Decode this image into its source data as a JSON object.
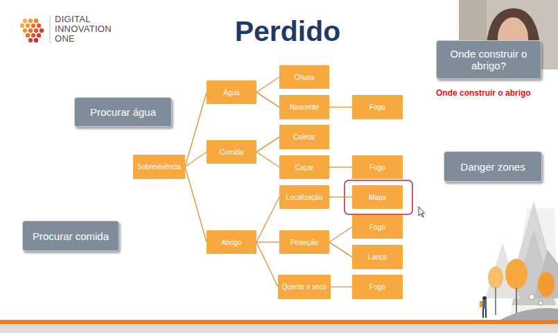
{
  "diagram": {
    "title": "Perdido",
    "nodes": [
      {
        "text": [
          "Onde construir o abrigo?"
        ]
      },
      {
        "text": [
          "Procurar água"
        ]
      },
      {
        "text": [
          "Danger zones"
        ]
      },
      {
        "text": [
          "Procurar comida"
        ]
      },
      {
        "text": [
          "Sobrevivência"
        ]
      },
      {
        "text": [
          "Água"
        ]
      },
      {
        "text": [
          "Comida"
        ]
      },
      {
        "text": [
          "Abrigo"
        ]
      },
      {
        "text": [
          "Chuva"
        ]
      },
      {
        "text": [
          "Nascente"
        ]
      },
      {
        "text": [
          "Fogo"
        ]
      },
      {
        "text": [
          "Coletar"
        ]
      },
      {
        "text": [
          "Caçar"
        ]
      },
      {
        "text": [
          "Fogo"
        ]
      },
      {
        "text": [
          "Localização"
        ]
      },
      {
        "text": [
          "Mapa"
        ]
      },
      {
        "text": [
          "Proteção"
        ]
      },
      {
        "text": [
          "Fogo"
        ]
      },
      {
        "text": [
          "Lança"
        ]
      },
      {
        "text": [
          "Quente e seco"
        ]
      },
      {
        "text": [
          "Fogo"
        ]
      }
    ],
    "edges": [
      {
        "from": 4,
        "to": 5,
        "arrow": "none"
      },
      {
        "from": 4,
        "to": 6,
        "arrow": "none"
      },
      {
        "from": 4,
        "to": 7,
        "arrow": "none"
      },
      {
        "from": 5,
        "to": 8,
        "arrow": "none"
      },
      {
        "from": 5,
        "to": 9,
        "arrow": "none"
      },
      {
        "from": 9,
        "to": 10,
        "arrow": "none"
      },
      {
        "from": 6,
        "to": 11,
        "arrow": "none"
      },
      {
        "from": 6,
        "to": 12,
        "arrow": "none"
      },
      {
        "from": 12,
        "to": 13,
        "arrow": "none"
      },
      {
        "from": 7,
        "to": 14,
        "arrow": "none"
      },
      {
        "from": 14,
        "to": 15,
        "arrow": "none"
      },
      {
        "from": 7,
        "to": 16,
        "arrow": "none"
      },
      {
        "from": 16,
        "to": 17,
        "arrow": "none"
      },
      {
        "from": 16,
        "to": 18,
        "arrow": "none"
      },
      {
        "from": 7,
        "to": 19,
        "arrow": "none"
      },
      {
        "from": 19,
        "to": 20,
        "arrow": "none"
      }
    ],
    "labels": [
      "DIGITAL INNOVATION ONE",
      "Onde construir o abrigo"
    ]
  }
}
